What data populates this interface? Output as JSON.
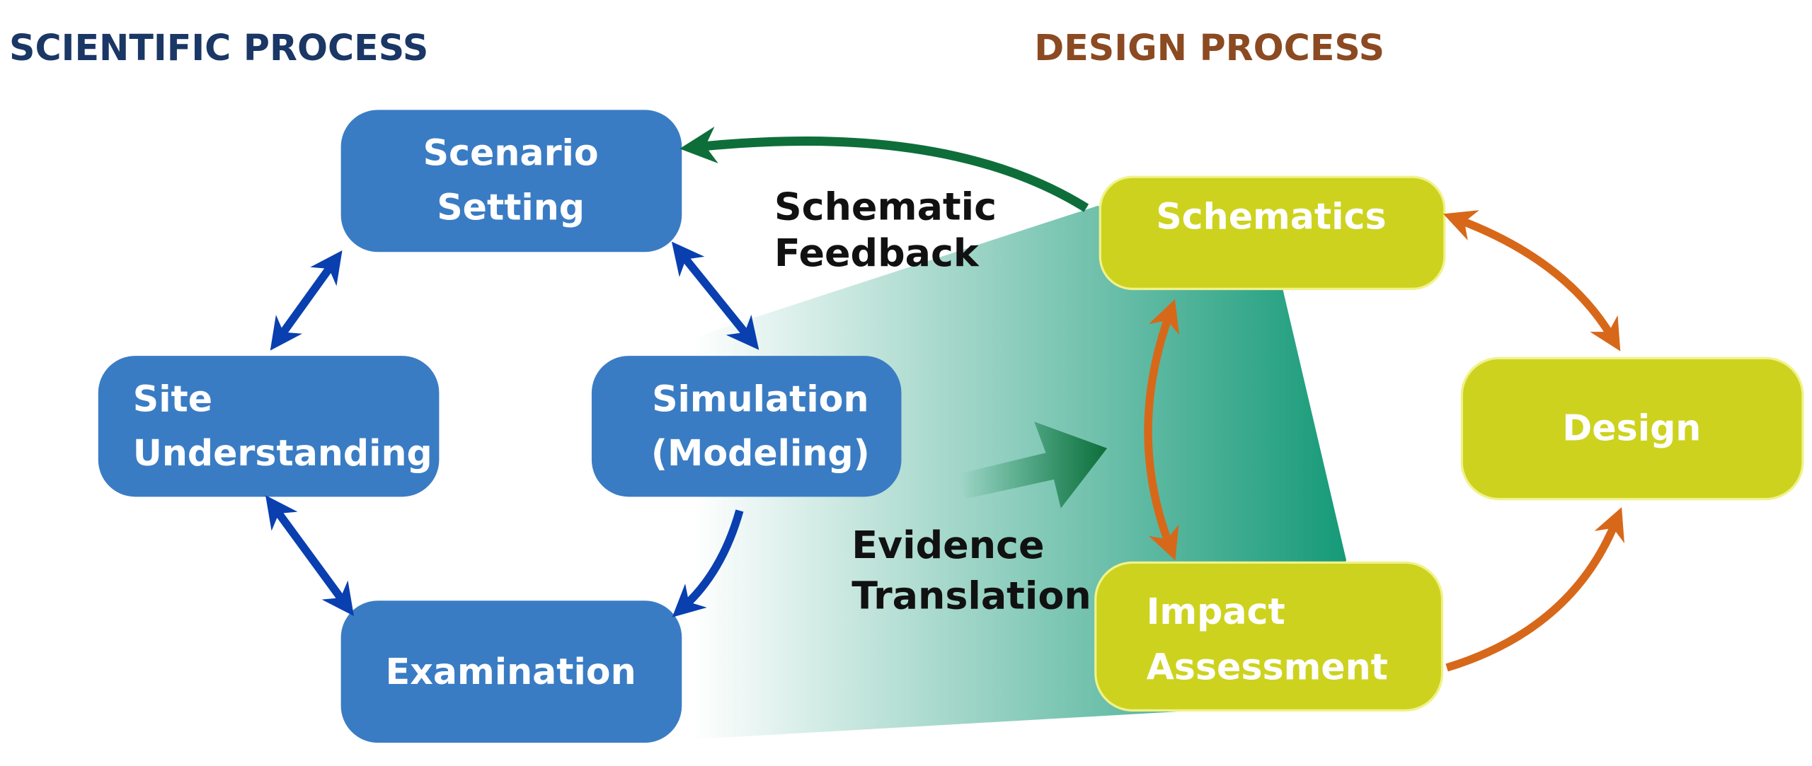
{
  "titles": {
    "scientific": "SCIENTIFIC PROCESS",
    "design": "DESIGN PROCESS"
  },
  "scientific_nodes": {
    "scenario": [
      "Scenario",
      "Setting"
    ],
    "site": [
      "Site",
      "Understanding"
    ],
    "simulation": [
      "Simulation",
      "(Modeling)"
    ],
    "examination": "Examination"
  },
  "design_nodes": {
    "schematics": "Schematics",
    "design": "Design",
    "impact": [
      "Impact",
      "Assessment"
    ]
  },
  "labels": {
    "feedback": [
      "Schematic",
      "Feedback"
    ],
    "evidence": [
      "Evidence",
      "Translation"
    ]
  },
  "colors": {
    "science_box": "#3a7cc4",
    "science_arrow": "#0a3fb0",
    "design_box": "#cdd21e",
    "design_arrow": "#d7681a",
    "feedback_arrow": "#0e6e3a",
    "scientific_title": "#1a3765",
    "design_title": "#8b4a22"
  }
}
